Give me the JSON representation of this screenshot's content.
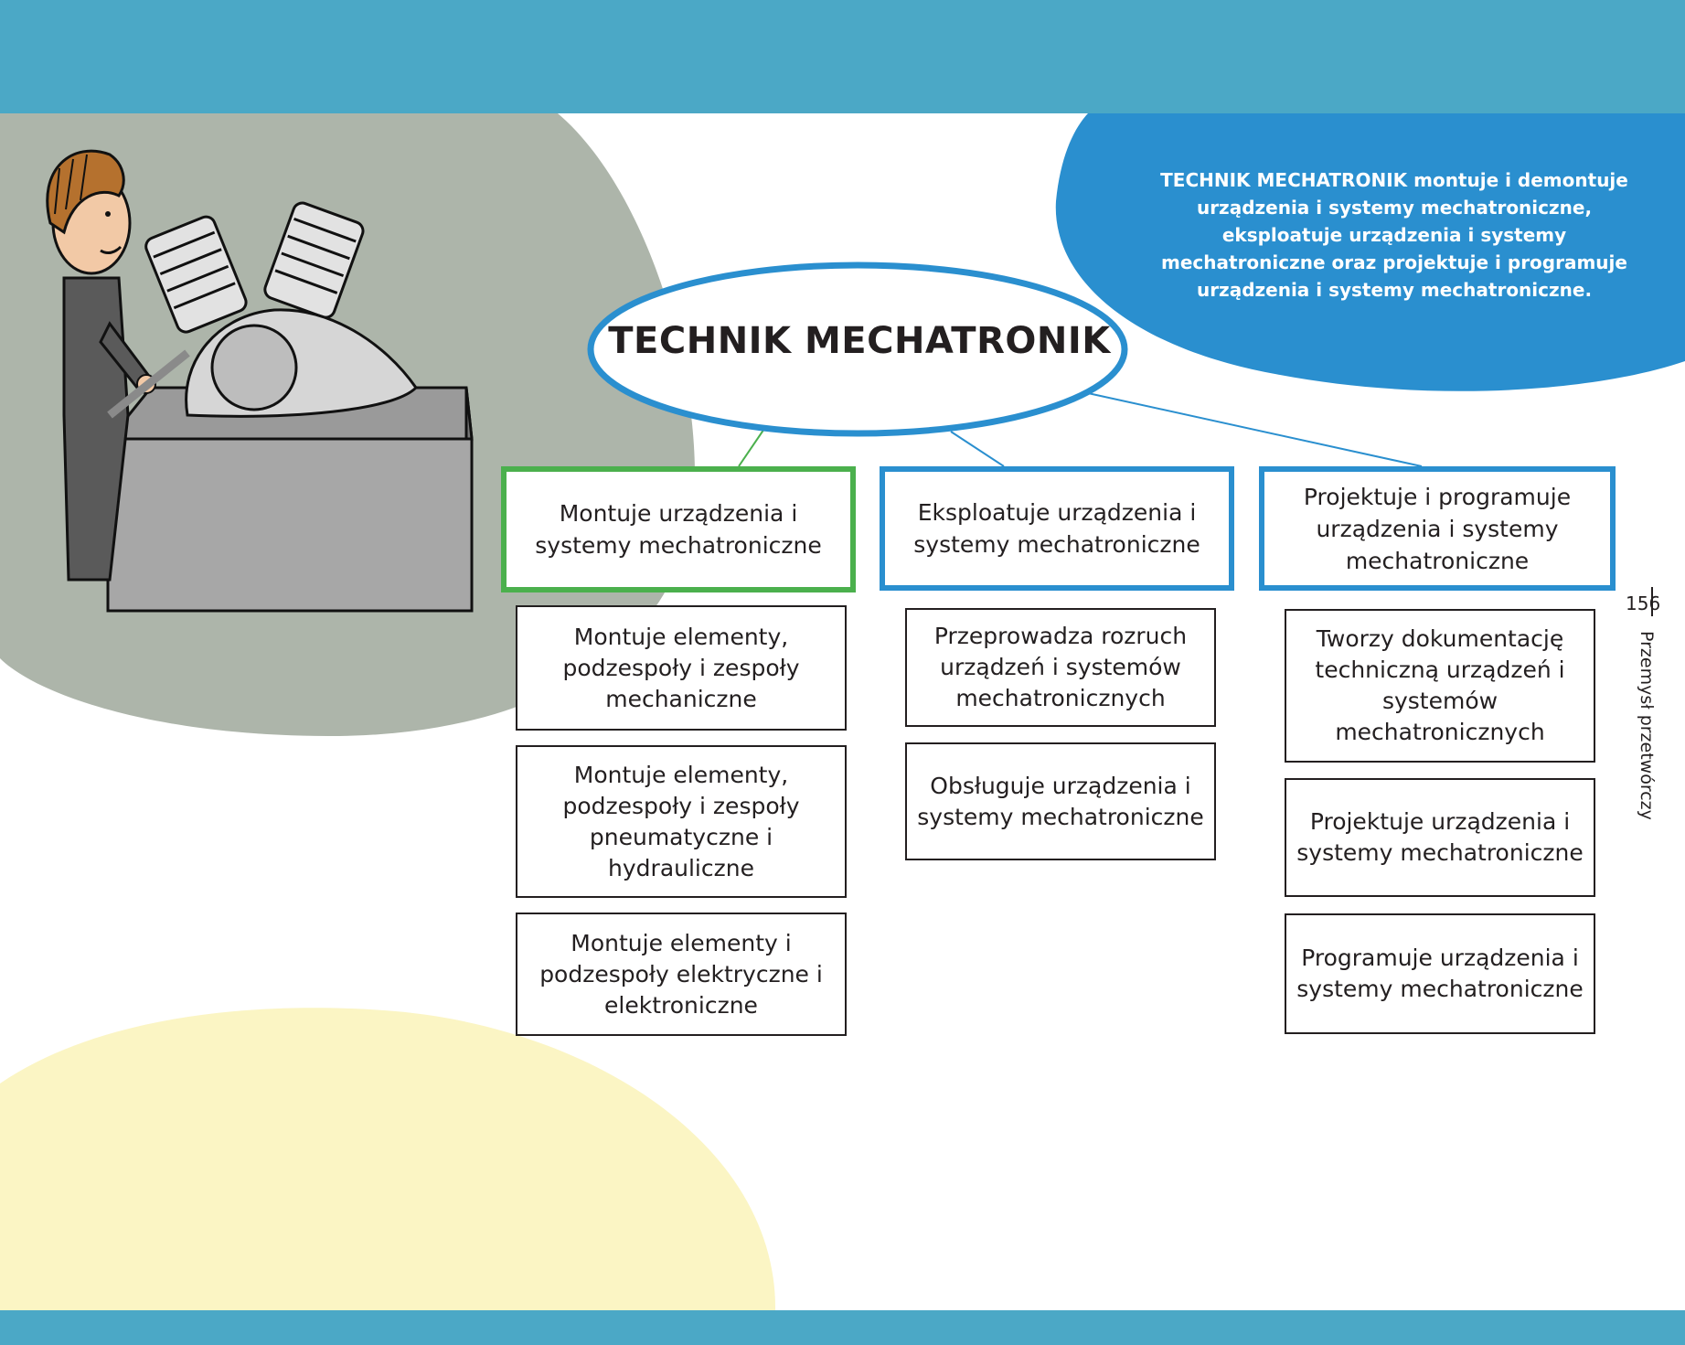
{
  "description": {
    "bold_lead": "TECHNIK MECHATRONIK",
    "text": "montuje i demontuje urządzenia i systemy mechatroniczne, eksploatuje urządzenia i systemy mechatroniczne oraz projektuje i programuje urządzenia i systemy mechatroniczne."
  },
  "title": "TECHNIK MECHATRONIK",
  "columns": [
    {
      "heading": "Montuje urządzenia i systemy mechatroniczne",
      "tasks": [
        "Montuje elementy, podzespoły i zespoły mechaniczne",
        "Montuje elementy, podzespoły i zespoły pneumatyczne i hydrauliczne",
        "Montuje elementy i podzespoły elektryczne i elektroniczne"
      ]
    },
    {
      "heading": "Eksploatuje urządzenia i systemy mechatroniczne",
      "tasks": [
        "Przeprowadza rozruch urządzeń i systemów mechatronicznych",
        "Obsługuje urządzenia i systemy mechatroniczne"
      ]
    },
    {
      "heading": "Projektuje i programuje urządzenia i systemy mechatroniczne",
      "tasks": [
        "Tworzy dokumentację techniczną urządzeń i systemów mechatronicznych",
        "Projektuje urządzenia i systemy mechatroniczne",
        "Programuje urządzenia i systemy mechatroniczne"
      ]
    }
  ],
  "page_number": "156",
  "section_label": "Przemysł przetwórczy",
  "colors": {
    "band": "#4ba8c6",
    "blue_accent": "#2a8fcf",
    "green_accent": "#4bb04d",
    "gray_blob": "#adb5aa",
    "yellow_blob": "#fbf5c4"
  }
}
